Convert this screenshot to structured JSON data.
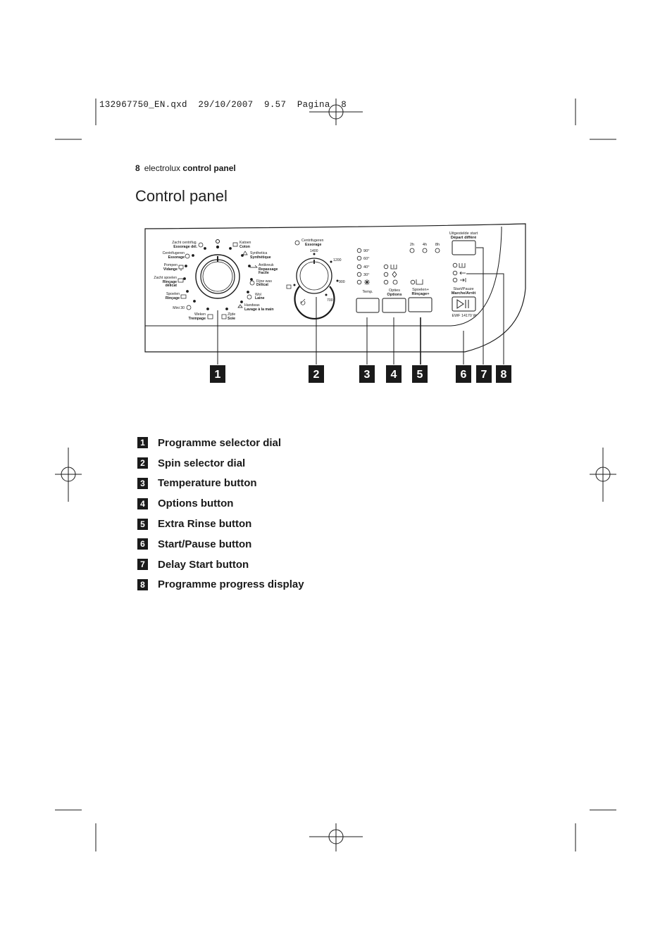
{
  "print_slug": "132967750_EN.qxd  29/10/2007  9.57  Pagina  8",
  "header": {
    "page_number": "8",
    "brand": "electrolux",
    "section": "control panel"
  },
  "title": "Control panel",
  "diagram": {
    "programmes_left": [
      {
        "nl": "Zacht centrifug.",
        "fr": "Essorage dél."
      },
      {
        "nl": "Centrifugeren",
        "fr": "Essorage"
      },
      {
        "nl": "Pompen",
        "fr": "Vidange"
      },
      {
        "nl": "Zacht spoelen",
        "fr": "Rinçage",
        "fr2": "délicat"
      },
      {
        "nl": "Spoelen",
        "fr": "Rinçage"
      },
      {
        "nl": "Mini 30",
        "fr": ""
      }
    ],
    "programmes_right": [
      {
        "nl": "Katoen",
        "fr": "Coton"
      },
      {
        "nl": "Synthetica",
        "fr": "Synthétique"
      },
      {
        "nl": "Antikreuk",
        "fr": "Repassage",
        "fr2": "Facile"
      },
      {
        "nl": "Fijne was",
        "fr": "Délicat"
      },
      {
        "nl": "Wol",
        "fr": "Laine"
      },
      {
        "nl": "Handwas",
        "fr": "Lavage à la main"
      }
    ],
    "programmes_bottom": [
      {
        "nl": "Weken",
        "fr": "Trempage"
      },
      {
        "nl": "Zijde",
        "fr": "Soie"
      }
    ],
    "spin": {
      "nl": "Centrifugeren",
      "fr": "Essorage",
      "speeds": [
        "1400",
        "1200",
        "900",
        "700"
      ]
    },
    "temperatures": [
      "90°",
      "60°",
      "40°",
      "30°"
    ],
    "temp_label": "Temp.",
    "options_label_nl": "Opties",
    "options_label_fr": "Options",
    "rinse_label_nl": "Spoelen+",
    "rinse_label_fr": "Rinçage+",
    "delay_times": [
      "2h",
      "4h",
      "8h"
    ],
    "delay_label_nl": "Uitgestelde start",
    "delay_label_fr": "Départ différé",
    "start_label_nl": "Start/Pauze",
    "start_label_fr": "Marche/Arrêt",
    "model": "EWF 14170 W",
    "callouts": [
      "1",
      "2",
      "3",
      "4",
      "5",
      "6",
      "7",
      "8"
    ]
  },
  "legend": [
    {
      "num": "1",
      "label": "Programme selector dial"
    },
    {
      "num": "2",
      "label": "Spin selector dial"
    },
    {
      "num": "3",
      "label": "Temperature button"
    },
    {
      "num": "4",
      "label": "Options button"
    },
    {
      "num": "5",
      "label": "Extra Rinse button"
    },
    {
      "num": "6",
      "label": "Start/Pause button"
    },
    {
      "num": "7",
      "label": "Delay Start button"
    },
    {
      "num": "8",
      "label": "Programme progress display"
    }
  ]
}
